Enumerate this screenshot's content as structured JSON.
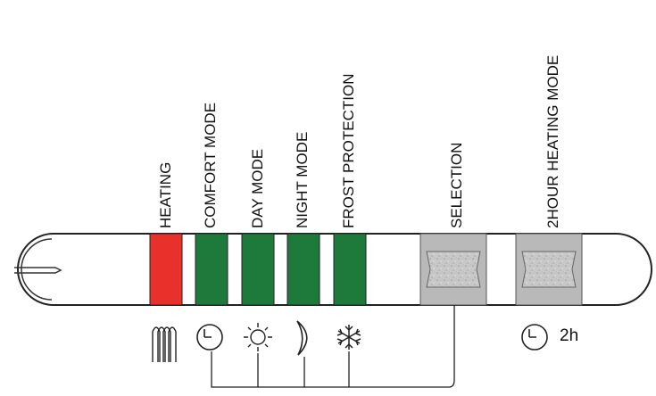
{
  "labels": {
    "heating": "HEATING",
    "comfort": "COMFORT MODE",
    "day": "DAY MODE",
    "night": "NIGHT MODE",
    "frost": "FROST PROTECTION",
    "selection": "SELECTION",
    "two_hour": "2HOUR HEATING MODE"
  },
  "icons": {
    "heating": "heating-coil-icon",
    "comfort": "clock-icon",
    "day": "sun-icon",
    "night": "moon-icon",
    "frost": "snowflake-icon",
    "two_hour": "clock-icon"
  },
  "two_hour_text": "2h",
  "colors": {
    "heating_led": "#e8312a",
    "mode_led": "#1e7a3a",
    "button": "#b9b9b9"
  }
}
